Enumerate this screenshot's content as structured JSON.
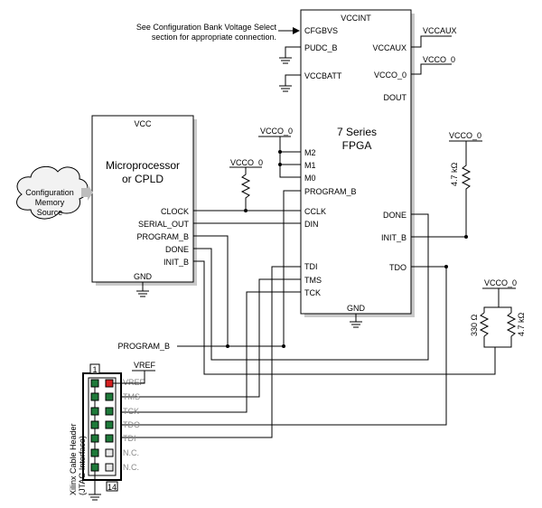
{
  "fpga": {
    "top": "VCCINT",
    "title_line1": "7 Series",
    "title_line2": "FPGA",
    "gnd": "GND",
    "left_pins": [
      "CFGBVS",
      "PUDC_B",
      "VCCBATT",
      "M2",
      "M1",
      "M0",
      "PROGRAM_B",
      "CCLK",
      "DIN",
      "TDI",
      "TMS",
      "TCK"
    ],
    "right_pins": [
      "VCCAUX",
      "VCCO_0",
      "DOUT",
      "DONE",
      "INIT_B",
      "TDO"
    ]
  },
  "note_line1": "See Configuration Bank Voltage Select",
  "note_line2": "section for appropriate connection.",
  "micro": {
    "top": "VCC",
    "title_line1": "Microprocessor",
    "title_line2": "or CPLD",
    "gnd": "GND",
    "pins": [
      "CLOCK",
      "SERIAL_OUT",
      "PROGRAM_B",
      "DONE",
      "INIT_B"
    ]
  },
  "cloud": {
    "line1": "Configuration",
    "line2": "Memory",
    "line3": "Source"
  },
  "supply": {
    "vccaux": "VCCAUX",
    "vcco_right": "VCCO_0",
    "vcco_mode": "VCCO_0",
    "vcco_pullup": "VCCO_0",
    "vcco_init": "VCCO_0",
    "vcco_done": "VCCO_0",
    "vref": "VREF"
  },
  "resistors": {
    "r_init": "4.7 kΩ",
    "r_330": "330 Ω",
    "r_done": "4.7 kΩ"
  },
  "program_net": "PROGRAM_B",
  "header": {
    "caption_line1": "Xilinx Cable Header",
    "caption_line2": "(JTAG Interface)",
    "pin_first": "1",
    "pin_last": "14",
    "pins": [
      "VREF",
      "TMS",
      "TCK",
      "TDO",
      "TDI",
      "N.C.",
      "N.C."
    ]
  }
}
